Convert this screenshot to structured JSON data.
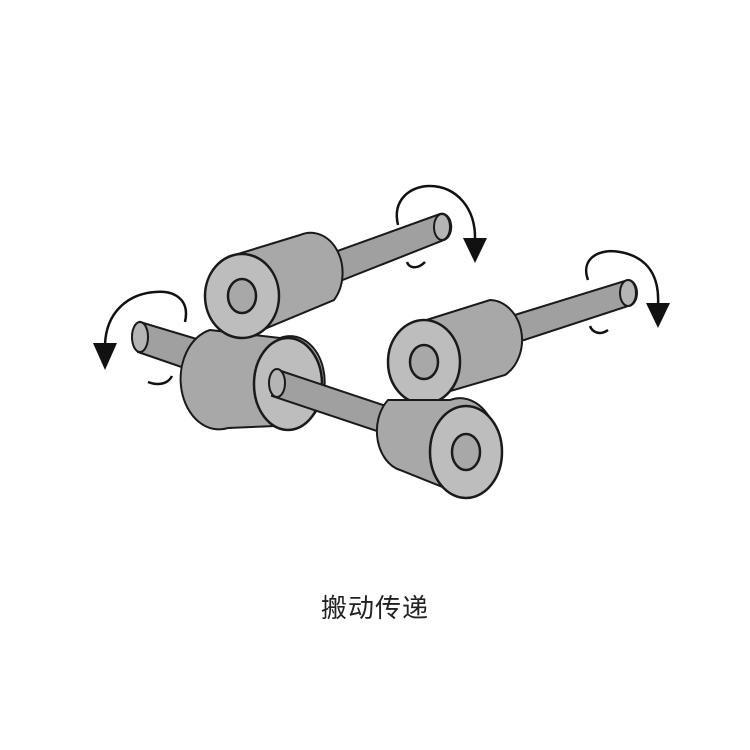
{
  "caption": "搬动传递",
  "colors": {
    "roller_fill": "#a8a8a8",
    "roller_face": "#bdbdbd",
    "shaft_fill": "#a0a0a0",
    "outline": "#1a1a1a",
    "arrow": "#111111",
    "background": "#ffffff"
  },
  "parts": {
    "rollers": [
      "left-top-roller",
      "left-bottom-roller",
      "right-top-roller",
      "right-bottom-roller"
    ],
    "shafts": [
      "left-top-shaft",
      "left-bottom-shaft",
      "right-top-shaft",
      "right-bottom-shaft"
    ],
    "rotation_arrows": [
      "rotation-arrow-top-left",
      "rotation-arrow-left",
      "rotation-arrow-top-right",
      "rotation-arrow-right"
    ]
  }
}
